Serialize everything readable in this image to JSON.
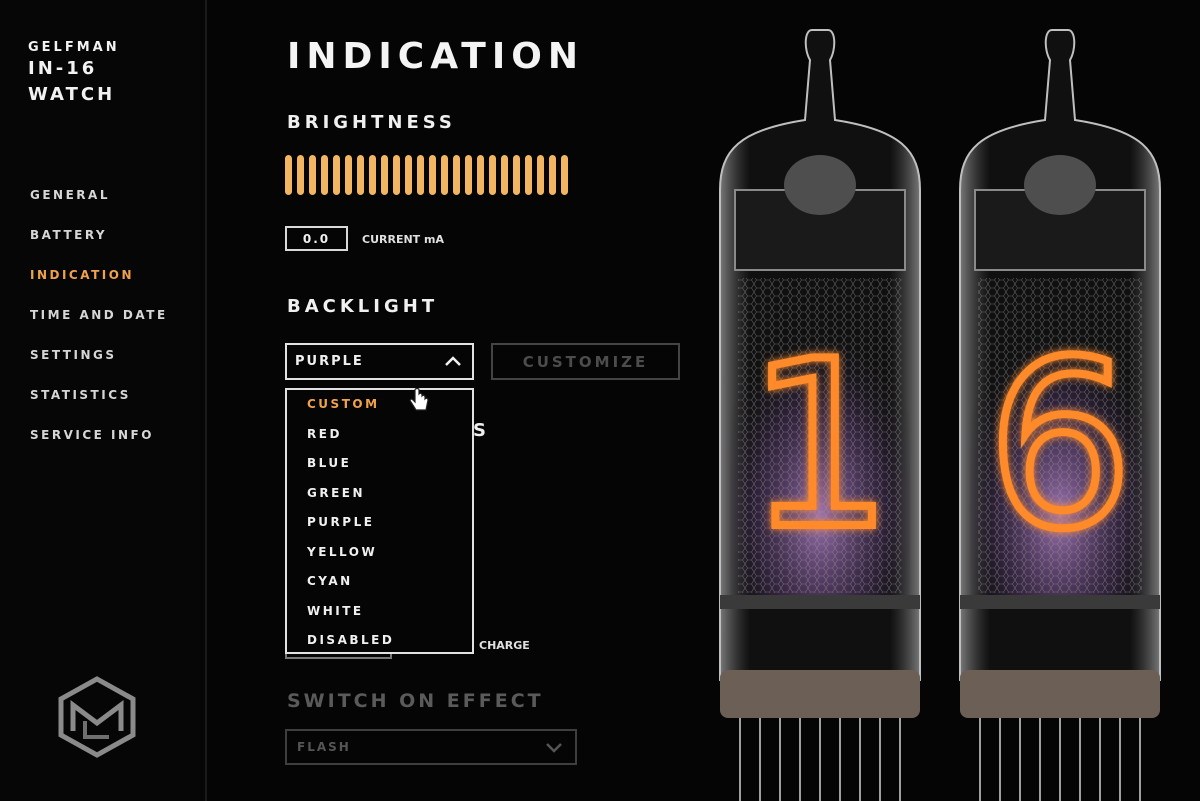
{
  "sidebar": {
    "brand_line1": "GELFMAN",
    "brand_line2": "IN-16",
    "brand_line3": "WATCH",
    "items": [
      {
        "label": "GENERAL"
      },
      {
        "label": "BATTERY"
      },
      {
        "label": "INDICATION",
        "active": true
      },
      {
        "label": "TIME AND DATE"
      },
      {
        "label": "SETTINGS"
      },
      {
        "label": "STATISTICS"
      },
      {
        "label": "SERVICE INFO"
      }
    ]
  },
  "main": {
    "title": "INDICATION",
    "brightness": {
      "heading": "BRIGHTNESS",
      "level": 1.0,
      "current_value": "0.0",
      "current_label": "CURRENT mA"
    },
    "backlight": {
      "heading": "BACKLIGHT",
      "selected": "PURPLE",
      "customize_label": "CUSTOMIZE",
      "options": [
        "CUSTOM",
        "RED",
        "BLUE",
        "GREEN",
        "PURPLE",
        "YELLOW",
        "CYAN",
        "WHITE",
        "DISABLED"
      ],
      "highlighted_option": "CUSTOM"
    },
    "hidden_heading_tail": "S",
    "hidden_label_tail": "CHARGE",
    "switch_on_effect": {
      "heading": "SWITCH ON EFFECT",
      "selected": "FLASH"
    }
  },
  "display": {
    "digit_left": "1",
    "digit_right": "6"
  },
  "colors": {
    "accent": "#f0a24a",
    "bar": "#f2b660",
    "background": "#050505"
  }
}
